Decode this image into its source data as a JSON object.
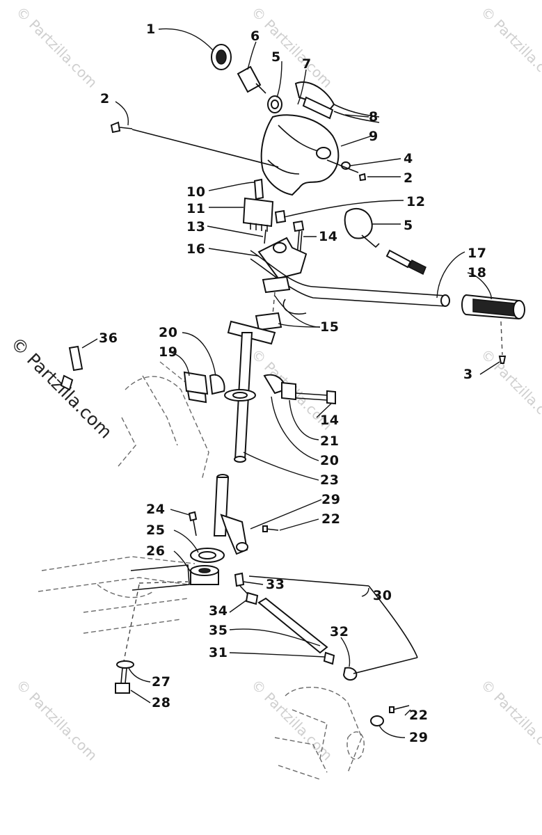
{
  "watermark": {
    "text": "© Partzilla.com"
  },
  "callouts": [
    {
      "id": "c1",
      "label": "1"
    },
    {
      "id": "c2a",
      "label": "2"
    },
    {
      "id": "c6",
      "label": "6"
    },
    {
      "id": "c5a",
      "label": "5"
    },
    {
      "id": "c7",
      "label": "7"
    },
    {
      "id": "c8",
      "label": "8"
    },
    {
      "id": "c9",
      "label": "9"
    },
    {
      "id": "c4",
      "label": "4"
    },
    {
      "id": "c2b",
      "label": "2"
    },
    {
      "id": "c10",
      "label": "10"
    },
    {
      "id": "c11",
      "label": "11"
    },
    {
      "id": "c12",
      "label": "12"
    },
    {
      "id": "c13",
      "label": "13"
    },
    {
      "id": "c14a",
      "label": "14"
    },
    {
      "id": "c5b",
      "label": "5"
    },
    {
      "id": "c16",
      "label": "16"
    },
    {
      "id": "c17",
      "label": "17"
    },
    {
      "id": "c18",
      "label": "18"
    },
    {
      "id": "c15",
      "label": "15"
    },
    {
      "id": "c36",
      "label": "36"
    },
    {
      "id": "c20a",
      "label": "20"
    },
    {
      "id": "c19",
      "label": "19"
    },
    {
      "id": "c3",
      "label": "3"
    },
    {
      "id": "c14b",
      "label": "14"
    },
    {
      "id": "c21",
      "label": "21"
    },
    {
      "id": "c20b",
      "label": "20"
    },
    {
      "id": "c23",
      "label": "23"
    },
    {
      "id": "c24",
      "label": "24"
    },
    {
      "id": "c29a",
      "label": "29"
    },
    {
      "id": "c22a",
      "label": "22"
    },
    {
      "id": "c25",
      "label": "25"
    },
    {
      "id": "c26",
      "label": "26"
    },
    {
      "id": "c33",
      "label": "33"
    },
    {
      "id": "c30",
      "label": "30"
    },
    {
      "id": "c34",
      "label": "34"
    },
    {
      "id": "c35",
      "label": "35"
    },
    {
      "id": "c32",
      "label": "32"
    },
    {
      "id": "c31",
      "label": "31"
    },
    {
      "id": "c27",
      "label": "27"
    },
    {
      "id": "c28",
      "label": "28"
    },
    {
      "id": "c22b",
      "label": "22"
    },
    {
      "id": "c29b",
      "label": "29"
    }
  ]
}
